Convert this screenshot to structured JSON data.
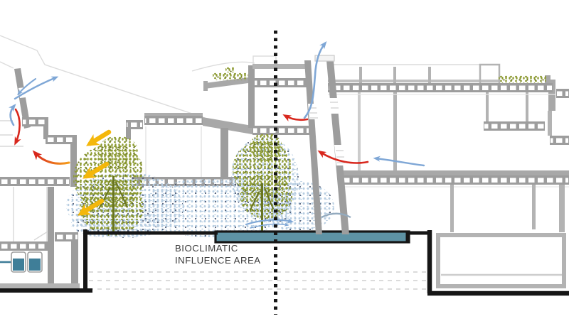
{
  "diagram": {
    "title": "BIOCLIMATIC INFLUENCE AREA section diagram",
    "label": {
      "line1": "BIOCLIMATIC",
      "line2": "INFLUENCE AREA"
    },
    "colors": {
      "boundary_black": "#161616",
      "water_teal": "#5E93A5",
      "tank_teal": "#3F7E98",
      "arrow_yellow": "#F4B70B",
      "arrow_red": "#D8271D",
      "arrow_orange": "#F59E1C",
      "arrow_blue": "#7FA7D6",
      "arrow_blue_gray": "#93AABE",
      "foliage_green": "#8C9A32",
      "foliage_dark": "#687520",
      "mist_blue": "#B7CDE1",
      "mist_navy": "#47536D",
      "structure_gray": "#9D9D9D",
      "structure_light": "#B3B3B3",
      "faint_gray": "#DCDCDC",
      "dash_gray": "#DBDBDB",
      "label_gray": "#3A3A3A"
    }
  }
}
